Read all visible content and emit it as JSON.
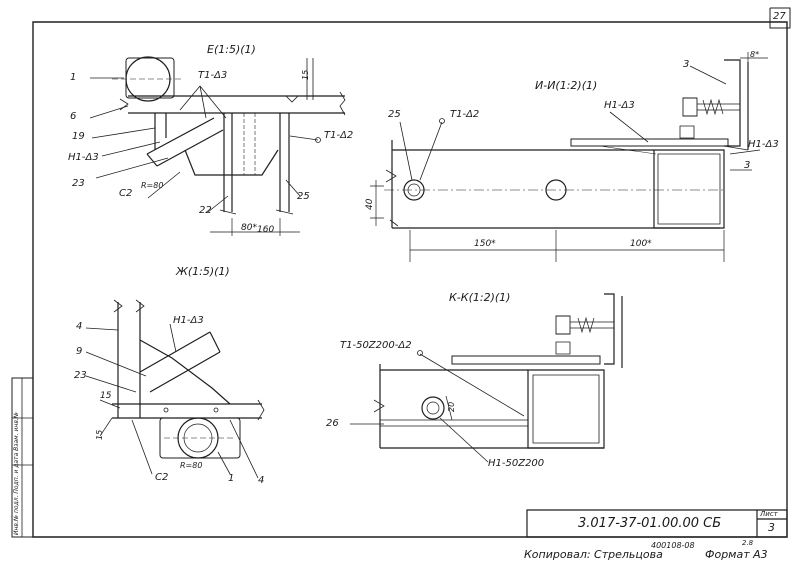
{
  "sheet": {
    "page_number": "27",
    "doc_code": "3.017-37-01.00.00 СБ",
    "sheet_label": "Лист",
    "sheet_number": "3",
    "copied_by": "Копировал: Стрельцова",
    "copy_code": "400108-08",
    "format_label": "Формат А3",
    "format_note": "2.8",
    "side_stamp": "Инв.№ подл.  Подп. и дата  Взам. инв.№"
  },
  "views": {
    "e": {
      "title": "Е(1:5)(1)",
      "callouts": [
        "1",
        "6",
        "19",
        "Н1-Δ3",
        "23",
        "С2",
        "22",
        "25",
        "Т1-Δ3",
        "Т1-Δ2"
      ],
      "weld_note": "R=80",
      "dims": [
        "15",
        "80*",
        "160"
      ]
    },
    "i": {
      "title": "И-И(1:2)(1)",
      "callouts": [
        "25",
        "Т1-Δ2",
        "3",
        "Н1-Δ3",
        "Н1-Δ3",
        "3"
      ],
      "dims": [
        "8*",
        "40",
        "150*",
        "100*"
      ]
    },
    "zh": {
      "title": "Ж(1:5)(1)",
      "callouts": [
        "4",
        "Н1-Δ3",
        "9",
        "23",
        "15",
        "С2",
        "1",
        "4"
      ],
      "weld_note": "R=80",
      "dims": [
        "15"
      ]
    },
    "k": {
      "title": "К-К(1:2)(1)",
      "callouts": [
        "Т1-50Z200-Δ2",
        "26",
        "Н1-50Z200"
      ],
      "dims": [
        "20"
      ]
    }
  }
}
